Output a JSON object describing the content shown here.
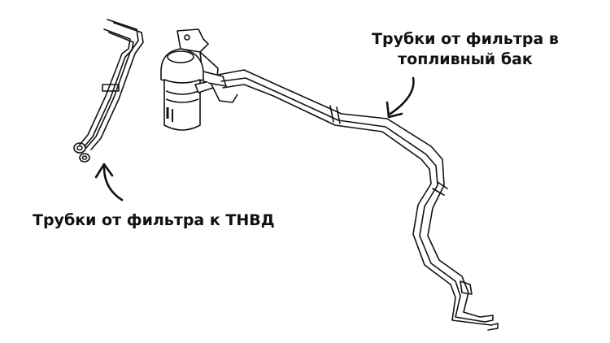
{
  "labels": {
    "tank_tubes_line1": "Трубки от фильтра в",
    "tank_tubes_line2": "топливный бак",
    "pump_tubes": "Трубки от фильтра к ТНВД"
  },
  "colors": {
    "ink": "#111111",
    "background": "#ffffff"
  }
}
